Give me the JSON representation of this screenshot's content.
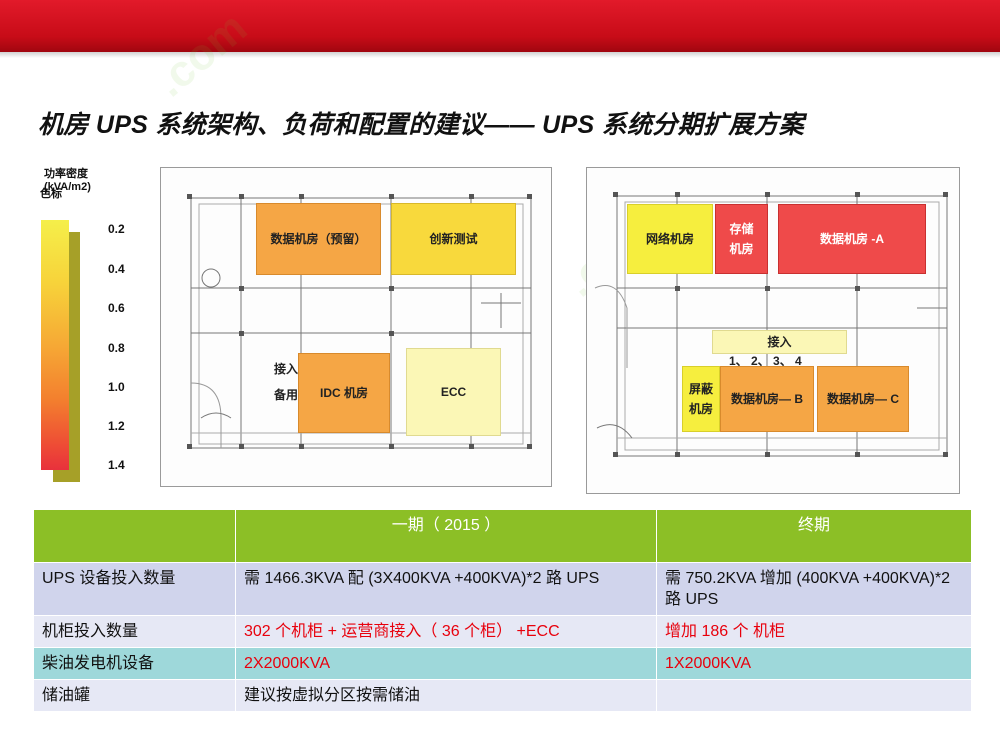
{
  "slide": {
    "title": "机房 UPS 系统架构、负荷和配置的建议—— UPS 系统分期扩展方案"
  },
  "legend": {
    "heading_1": "功率密度",
    "heading_2": "(kVA/m2)",
    "heading_3": "色标",
    "ticks": [
      "0.2",
      "0.4",
      "0.6",
      "0.8",
      "1.0",
      "1.2",
      "1.4"
    ]
  },
  "plan_left": {
    "rooms": {
      "data_room_reserved": "数据机房（预留）",
      "innovation_test": "创新测试",
      "idc_room": "IDC 机房",
      "ecc": "ECC"
    },
    "access_label": "接入",
    "standby_label": "备用"
  },
  "plan_right": {
    "rooms": {
      "network_room": "网络机房",
      "storage_line1": "存储",
      "storage_line2": "机房",
      "data_room_a": "数据机房 -A",
      "access": "接入",
      "shield_line1": "屏蔽",
      "shield_line2": "机房",
      "data_room_b": "数据机房— B",
      "data_room_c": "数据机房— C"
    },
    "access_numbers": "1、 2、 3、 4"
  },
  "table": {
    "headers": [
      "",
      "一期（ 2015 ）",
      "终期"
    ],
    "rows": [
      [
        "UPS 设备投入数量",
        "需 1466.3KVA   配  (3X400KVA +400KVA)*2 路 UPS",
        "需 750.2KVA  增加 (400KVA +400KVA)*2 路 UPS"
      ],
      [
        "机柜投入数量",
        "302 个机柜 + 运营商接入（  36 个柜） +ECC",
        "增加 186 个 机柜"
      ],
      [
        "柴油发电机设备",
        "2X2000KVA",
        "1X2000KVA"
      ],
      [
        "储油罐",
        "建议按虚拟分区按需储油",
        ""
      ]
    ]
  },
  "colors": {
    "header_red": "#d8101e",
    "table_header_green": "#8cbf26",
    "highlight_red_text": "#e8000c",
    "room_orange": "#f5a645",
    "room_yellow": "#f8e23c",
    "room_light_yellow": "#fbf7b6",
    "room_red": "#ef4a4a"
  }
}
